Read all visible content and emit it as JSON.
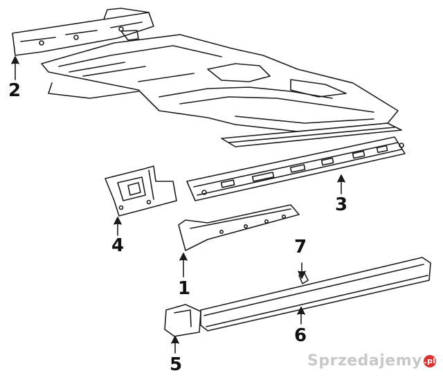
{
  "callouts": {
    "c1": "1",
    "c2": "2",
    "c3": "3",
    "c4": "4",
    "c5": "5",
    "c6": "6",
    "c7": "7"
  },
  "watermark": {
    "text": "Sprzedajemy",
    "badge": ".pl"
  },
  "colors": {
    "line": "#1a1a1a",
    "background": "#ffffff",
    "watermark": "#c8c8c8",
    "badge": "#dd3333"
  }
}
